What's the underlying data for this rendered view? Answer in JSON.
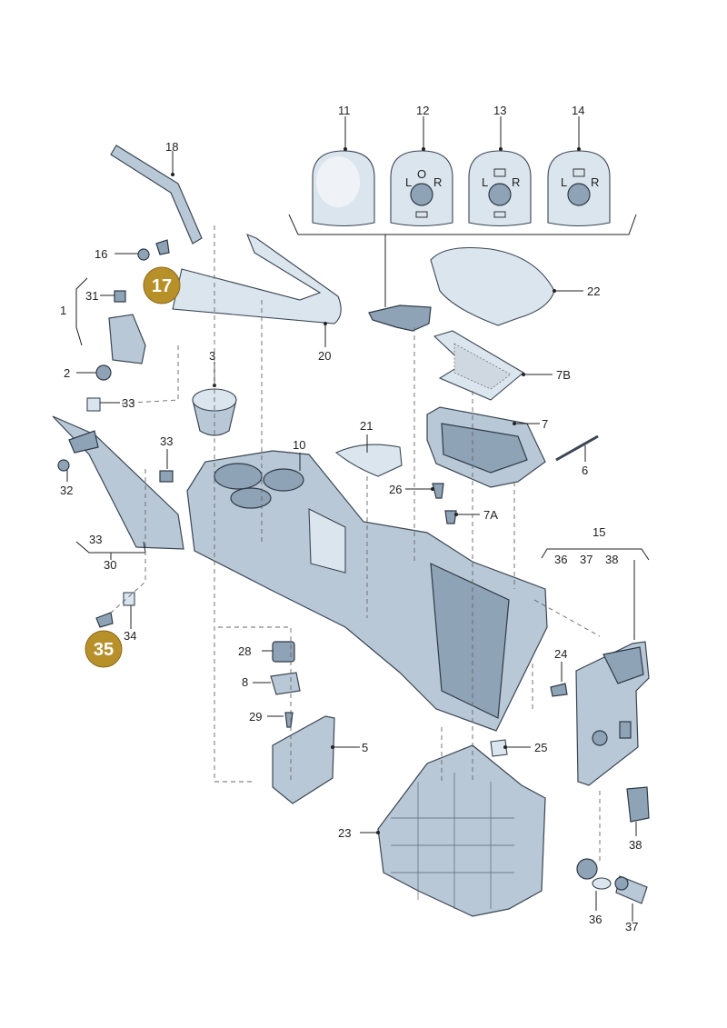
{
  "labels": {
    "p1": "1",
    "p2": "2",
    "p3": "3",
    "p5": "5",
    "p6": "6",
    "p7": "7",
    "p7A": "7A",
    "p7B": "7B",
    "p8": "8",
    "p10": "10",
    "p11": "11",
    "p12": "12",
    "p13": "13",
    "p14": "14",
    "p15": "15",
    "p16": "16",
    "p18": "18",
    "p20": "20",
    "p21": "21",
    "p22": "22",
    "p23": "23",
    "p24": "24",
    "p25": "25",
    "p26": "26",
    "p28": "28",
    "p29": "29",
    "p30": "30",
    "p31": "31",
    "p32": "32",
    "p33a": "33",
    "p33b": "33",
    "p33c": "33",
    "p34": "34",
    "p36a": "36",
    "p37a": "37",
    "p38a": "38",
    "p36b": "36",
    "p37b": "37",
    "p38b": "38"
  },
  "badges": {
    "b17": "17",
    "b35": "35"
  },
  "knob_letters": {
    "l": "L",
    "o": "O",
    "r": "R"
  },
  "colors": {
    "badge": "#b8902a",
    "part": "#b9c8d6",
    "line": "#222222"
  }
}
